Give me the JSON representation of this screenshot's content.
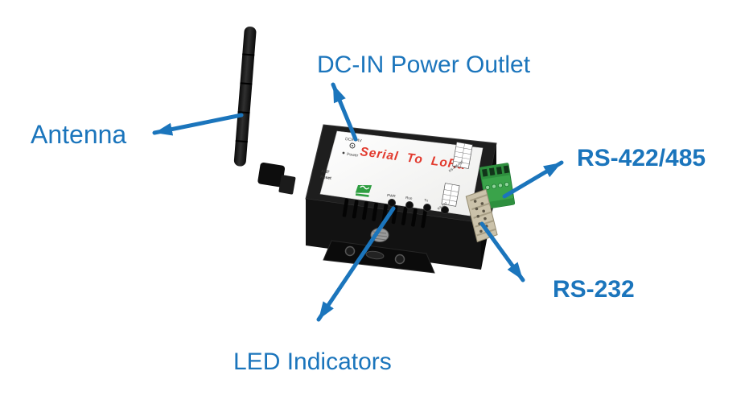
{
  "diagram": {
    "background": "#ffffff",
    "labels": {
      "antenna": "Antenna",
      "dc_in": "DC-IN Power Outlet",
      "rs422_485": "RS-422/485",
      "rs232": "RS-232",
      "led_indicators": "LED Indicators"
    },
    "device": {
      "title": "Serial To LoRa",
      "power_jack_label": "DC9-24V",
      "power_led_label": "Power",
      "ant_reset_label": [
        "ANT",
        "Reset"
      ],
      "led_labels": [
        "PWR",
        "Run",
        "Tx",
        "Rx"
      ],
      "pinout_captions": [
        "RS-485/422",
        "RS-232"
      ]
    },
    "colors": {
      "label_blue": "#1b75bc",
      "arrow_blue": "#1b75bc",
      "device_title_red": "#e23a2e",
      "terminal_green": "#3aa34a",
      "db9_beige": "#cbc2aa",
      "case_black": "#1e1e1e",
      "sticker_white": "#f8f8f6"
    }
  }
}
